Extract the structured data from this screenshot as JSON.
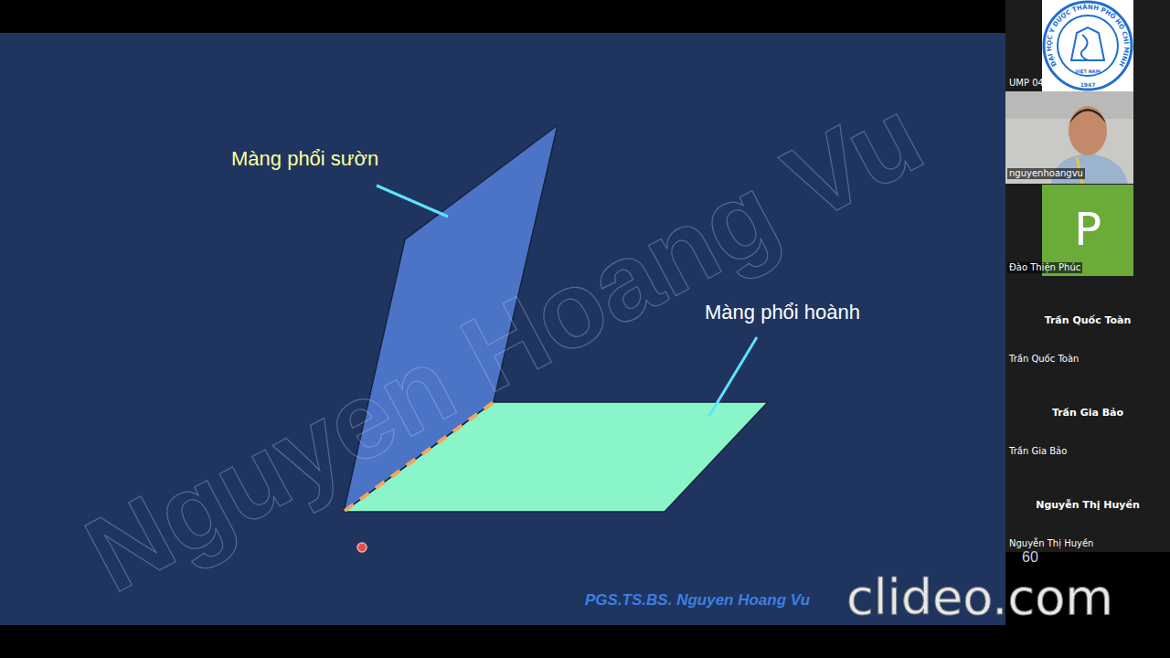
{
  "diagram": {
    "labels": [
      "Màng phổi sườn",
      "Màng phổi hoành",
      "Nguyen Hoang Vu",
      "PGS.TS.BS. Nguyen Hoang Vu",
      "60",
      "clideo.com",
      "ĐẠI HỌC Y DƯỢC THÀNH PHỐ HỒ CHÍ MINH",
      "VIỆT NAM",
      "1947",
      "UMP 04",
      "nguyenhoangvu",
      "P",
      "Đào Thiện Phúc",
      "Trần Quốc Toàn",
      "Trần Quốc Toàn",
      "Trần Gia Bảo",
      "Trần Gia Bảo",
      "Nguyễn Thị Huyền",
      "Nguyễn Thị Huyền"
    ]
  }
}
